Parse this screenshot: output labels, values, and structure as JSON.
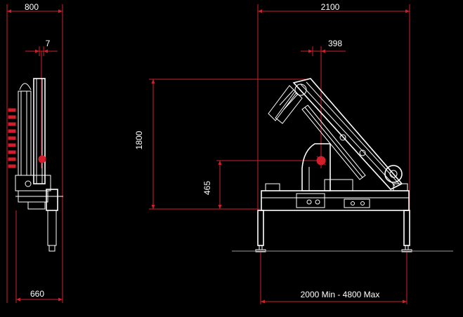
{
  "colors": {
    "background": "#000000",
    "dimension_line": "#d21f2b",
    "drawing_line": "#ffffff",
    "ground_line": "#9a9a9a"
  },
  "side_view": {
    "overall_width": "800",
    "offset": "7",
    "base_width": "660"
  },
  "front_view": {
    "overall_width": "2100",
    "column_offset": "398",
    "total_height": "1800",
    "pivot_height": "465",
    "stabilizer_span": "2000 Min - 4800 Max"
  }
}
